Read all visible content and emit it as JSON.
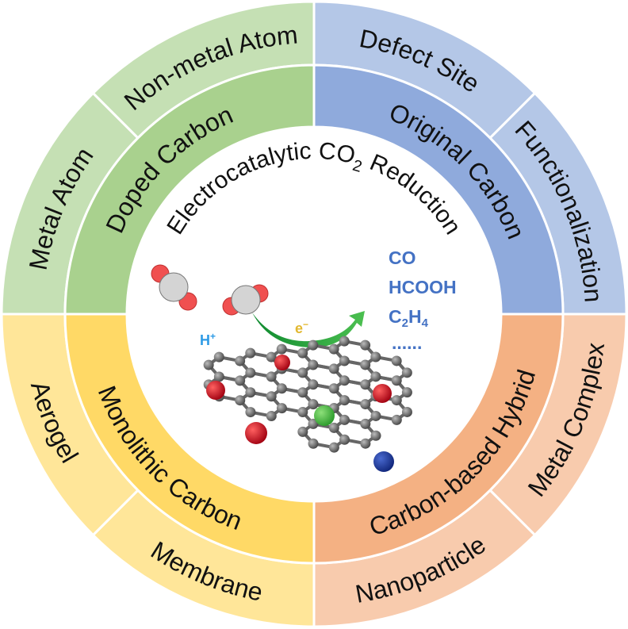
{
  "title": {
    "main": "Electrocatalytic CO",
    "sub": "2",
    "tail": " Reduction"
  },
  "quadrants": [
    {
      "inner": "Doped Carbon",
      "outer": [
        "Metal Atom",
        "Non-metal Atom"
      ],
      "colors": {
        "outer": "#c5e0b4",
        "inner": "#a9d18e"
      }
    },
    {
      "inner": "Original Carbon",
      "outer": [
        "Defect Site",
        "Functionalization"
      ],
      "colors": {
        "outer": "#b4c7e7",
        "inner": "#8faadc"
      }
    },
    {
      "inner": "Carbon-based Hybrid",
      "outer": [
        "Metal Complex",
        "Nanoparticle"
      ],
      "colors": {
        "outer": "#f8cbad",
        "inner": "#f4b183"
      }
    },
    {
      "inner": "Monolithic Carbon",
      "outer": [
        "Membrane",
        "Aerogel"
      ],
      "colors": {
        "outer": "#ffe699",
        "inner": "#ffd966"
      }
    }
  ],
  "center": {
    "proton": "H",
    "proton_sup": "+",
    "electron": "e",
    "electron_sup": "−",
    "products": [
      {
        "text": "CO"
      },
      {
        "text": "HCOOH"
      },
      {
        "text": "C",
        "sub": "2",
        "tail": "H",
        "sub2": "4"
      }
    ],
    "ellipsis": "......"
  },
  "colors": {
    "proton": "#2e9be6",
    "electron": "#e2b830",
    "arrow": "#1fa83c",
    "products": "#4472c4"
  }
}
